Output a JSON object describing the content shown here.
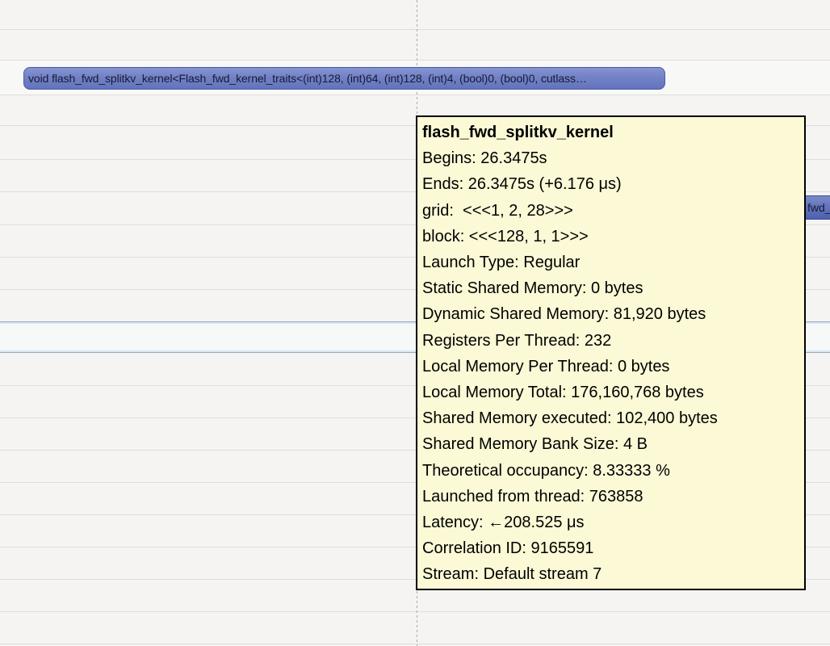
{
  "timeline": {
    "kernel_bar": {
      "label": "void flash_fwd_splitkv_kernel<Flash_fwd_kernel_traits<(int)128, (int)64, (int)128, (int)4, (bool)0, (bool)0, cutlass…"
    },
    "partial_kernel_bar": {
      "label": "fwd_"
    }
  },
  "tooltip": {
    "title": "flash_fwd_splitkv_kernel",
    "lines": [
      "Begins: 26.3475s",
      "Ends: 26.3475s (+6.176 μs)",
      "grid:  <<<1, 2, 28>>>",
      "block: <<<128, 1, 1>>>",
      "Launch Type: Regular",
      "Static Shared Memory: 0 bytes",
      "Dynamic Shared Memory: 81,920 bytes",
      "Registers Per Thread: 232",
      "Local Memory Per Thread: 0 bytes",
      "Local Memory Total: 176,160,768 bytes",
      "Shared Memory executed: 102,400 bytes",
      "Shared Memory Bank Size: 4 B",
      "Theoretical occupancy: 8.33333 %",
      "Launched from thread: 763858",
      "Latency: ←208.525 μs",
      "Correlation ID: 9165591",
      "Stream: Default stream 7"
    ]
  },
  "colors": {
    "background": "#f5f4f2",
    "row_line": "#dedddc",
    "cursor_line": "#aaaaaa",
    "bar_fill_top": "#8694d1",
    "bar_fill_bottom": "#6273bd",
    "bar_border": "#4b59a8",
    "bar_text": "#171a33",
    "selection_border": "#99a7b2",
    "selection_glow": "#d6e9f7",
    "tooltip_bg": "#fbf9d6",
    "tooltip_border": "#000000"
  }
}
